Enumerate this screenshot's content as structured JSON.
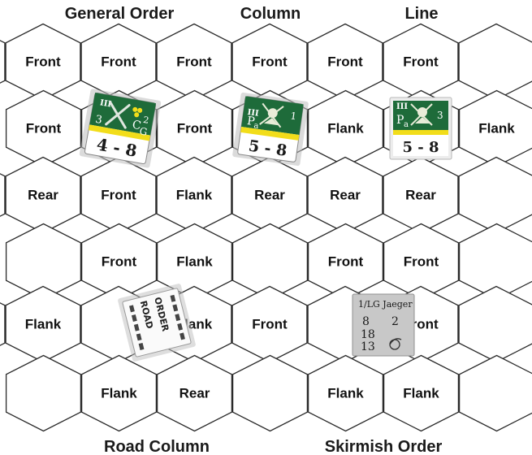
{
  "headings": {
    "general_order": "General Order",
    "column": "Column",
    "line": "Line",
    "road_column": "Road Column",
    "skirmish_order": "Skirmish Order"
  },
  "hex_rows": [
    [
      "",
      "Front",
      "Front",
      "Front",
      "Front",
      "Front",
      "Front",
      ""
    ],
    [
      "Front",
      "",
      "Front",
      "",
      "Flank",
      "",
      "Flank"
    ],
    [
      "",
      "Rear",
      "Front",
      "Flank",
      "Rear",
      "Rear",
      "Rear",
      ""
    ],
    [
      "",
      "Front",
      "Flank",
      "",
      "Front",
      "Front",
      ""
    ],
    [
      "",
      "Flank",
      "",
      "Flank",
      "Front",
      "",
      "Front",
      ""
    ],
    [
      "",
      "Flank",
      "Rear",
      "",
      "Flank",
      "Flank",
      ""
    ]
  ],
  "counters": {
    "general": {
      "size": "III",
      "top_left": "3",
      "top_right": "2",
      "tag": "C",
      "tag_sub": "G",
      "strength": "4 - 8",
      "colors": {
        "band": "#1e6b3a",
        "stripe": "#f2dd1a",
        "body": "#ffffff"
      }
    },
    "column": {
      "size": "III",
      "tag": "P",
      "tag_sub": "a",
      "top_right": "1",
      "strength": "5 - 8",
      "colors": {
        "band": "#1e6b3a",
        "stripe": "#f2dd1a",
        "body": "#ffffff"
      }
    },
    "line": {
      "size": "III",
      "tag": "P",
      "tag_sub": "a",
      "top_right": "3",
      "strength": "5 - 8",
      "colors": {
        "band": "#1e6b3a",
        "stripe": "#f2dd1a",
        "body": "#ffffff"
      }
    },
    "road": {
      "letters_a": "ROAD",
      "letters_b": "ORDER"
    },
    "jaeger": {
      "title": "1/LG Jaeger",
      "left_top": "8",
      "right_top": "2",
      "left_mid": "18",
      "left_bottom": "13",
      "colors": {
        "body": "#c8c8c8"
      }
    }
  }
}
